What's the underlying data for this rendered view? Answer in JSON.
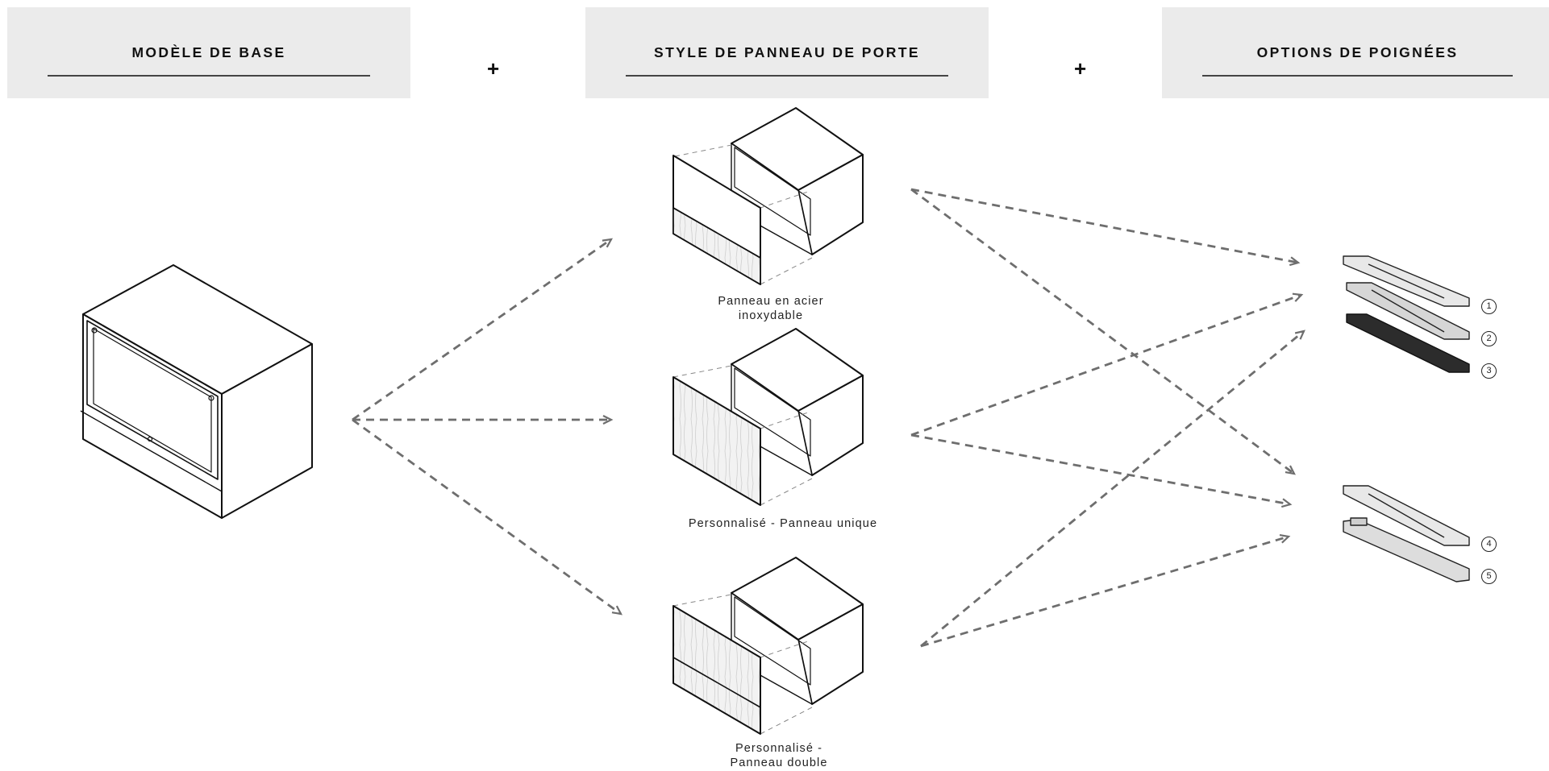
{
  "headers": {
    "base_model": "MODÈLE DE BASE",
    "door_panel_style": "STYLE DE PANNEAU DE PORTE",
    "handle_options": "OPTIONS DE POIGNÉES"
  },
  "plus_signs": [
    "+",
    "+"
  ],
  "panels": {
    "stainless": "Panneau en acier inoxydable",
    "custom_single": "Personnalisé - Panneau unique",
    "custom_double": "Personnalisé - Panneau double"
  },
  "handles": [
    "1",
    "2",
    "3",
    "4",
    "5"
  ],
  "colors": {
    "header_bg": "#ebebeb",
    "arrow": "#6e6e6e",
    "line": "#111111"
  }
}
